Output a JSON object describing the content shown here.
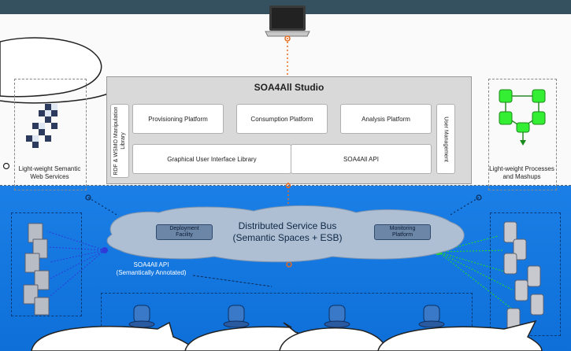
{
  "studio": {
    "title": "SOA4All Studio",
    "rdf_label": "RDF & WSMO Manipulation Library",
    "provisioning": "Provisioning Platform",
    "consumption": "Consumption Platform",
    "analysis": "Analysis Platform",
    "gui_library": "Graphical User Interface Library",
    "api": "SOA4All API",
    "user_mgmt": "User Management"
  },
  "left_panel": {
    "label": "Light-weight Semantic Web Services"
  },
  "right_panel": {
    "label": "Light-weight Processes and Mashups"
  },
  "bus": {
    "title_line1": "Distributed Service Bus",
    "title_line2": "(Semantic Spaces + ESB)",
    "deployment_line1": "Deployment",
    "deployment_line2": "Facility",
    "monitoring_line1": "Monitoring",
    "monitoring_line2": "Platform"
  },
  "api_annotation": {
    "line1": "SOA4All API",
    "line2": "(Semantically Annotated)"
  },
  "colors": {
    "top_bar": "#35505e",
    "bus_blue": "#1a7fe6",
    "cloud": "#aebfd3",
    "node_green": "#22dd22",
    "connector_orange": "#e86a1f"
  },
  "icons": [
    "laptop-icon",
    "semantic-grid-icon",
    "process-flow-icon",
    "server-icon",
    "database-icon",
    "user-icon",
    "cloud-icon"
  ]
}
